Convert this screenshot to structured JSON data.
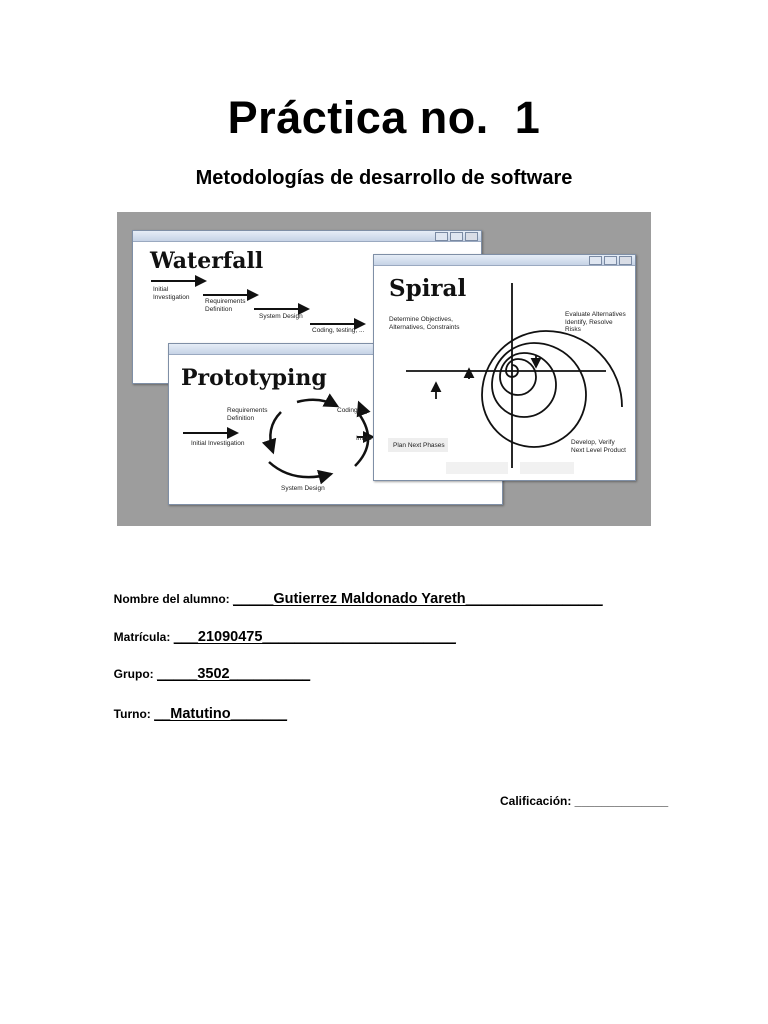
{
  "title": "Práctica no.  1",
  "subtitle": "Metodologías de desarrollo de software",
  "figure": {
    "waterfall": {
      "title": "Waterfall",
      "steps": [
        "Initial Investigation",
        "Requirements Definition",
        "System Design",
        "Coding, testing, ..."
      ]
    },
    "prototyping": {
      "title": "Prototyping",
      "labels": [
        "Requirements Definition",
        "Coding, ...",
        "Initial Investigation",
        "Imple",
        "System Design"
      ]
    },
    "spiral": {
      "title": "Spiral",
      "quadrants": [
        "Determine Objectives, Alternatives, Constraints",
        "Evaluate Alternatives Identify, Resolve Risks",
        "Plan Next Phases",
        "Develop, Verify Next Level Product"
      ]
    }
  },
  "form": {
    "name_label": "Nombre del alumno: ",
    "name_value": "_____Gutierrez Maldonado Yareth_________________",
    "matricula_label": "Matrícula: ",
    "matricula_value": "___21090475________________________",
    "grupo_label": "Grupo: ",
    "grupo_value": "_____3502__________",
    "turno_label": "Turno: ",
    "turno_value": "__Matutino_______"
  },
  "grade": {
    "label": "Calificación: ______________"
  }
}
